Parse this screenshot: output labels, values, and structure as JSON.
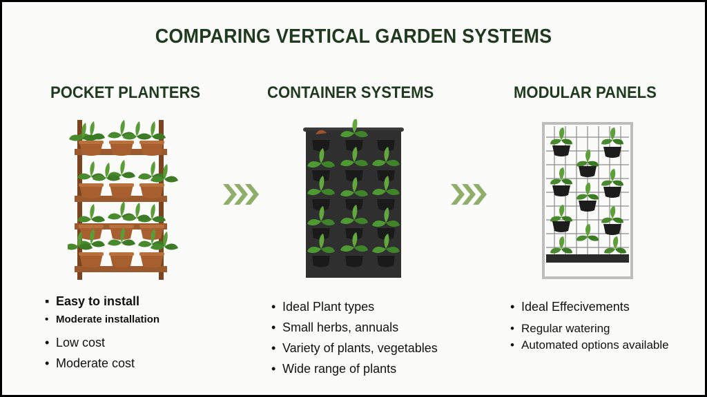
{
  "title": "COMPARING VERTICAL GARDEN SYSTEMS",
  "columns": [
    {
      "heading": "POCKET PLANTERS",
      "bullets": [
        "Easy to install",
        "Moderate installation",
        "Low cost",
        "Moderate cost"
      ]
    },
    {
      "heading": "CONTAINER SYSTEMS",
      "bullets": [
        "Ideal Plant types",
        "Small herbs, annuals",
        "Variety of plants, vegetables",
        "Wide range of plants"
      ]
    },
    {
      "heading": "MODULAR PANELS",
      "bullets": [
        "Ideal Effecivements",
        "Regular watering",
        "Automated options available"
      ]
    }
  ],
  "icons": {
    "arrow_1": "chevron-right-icon",
    "arrow_2": "chevron-right-icon"
  },
  "colors": {
    "heading": "#1f3a1e",
    "chevron": "#8fae6a",
    "wood": "#9a5a2e",
    "felt": "#2f2f2f",
    "leaf": "#4a8a2e"
  }
}
